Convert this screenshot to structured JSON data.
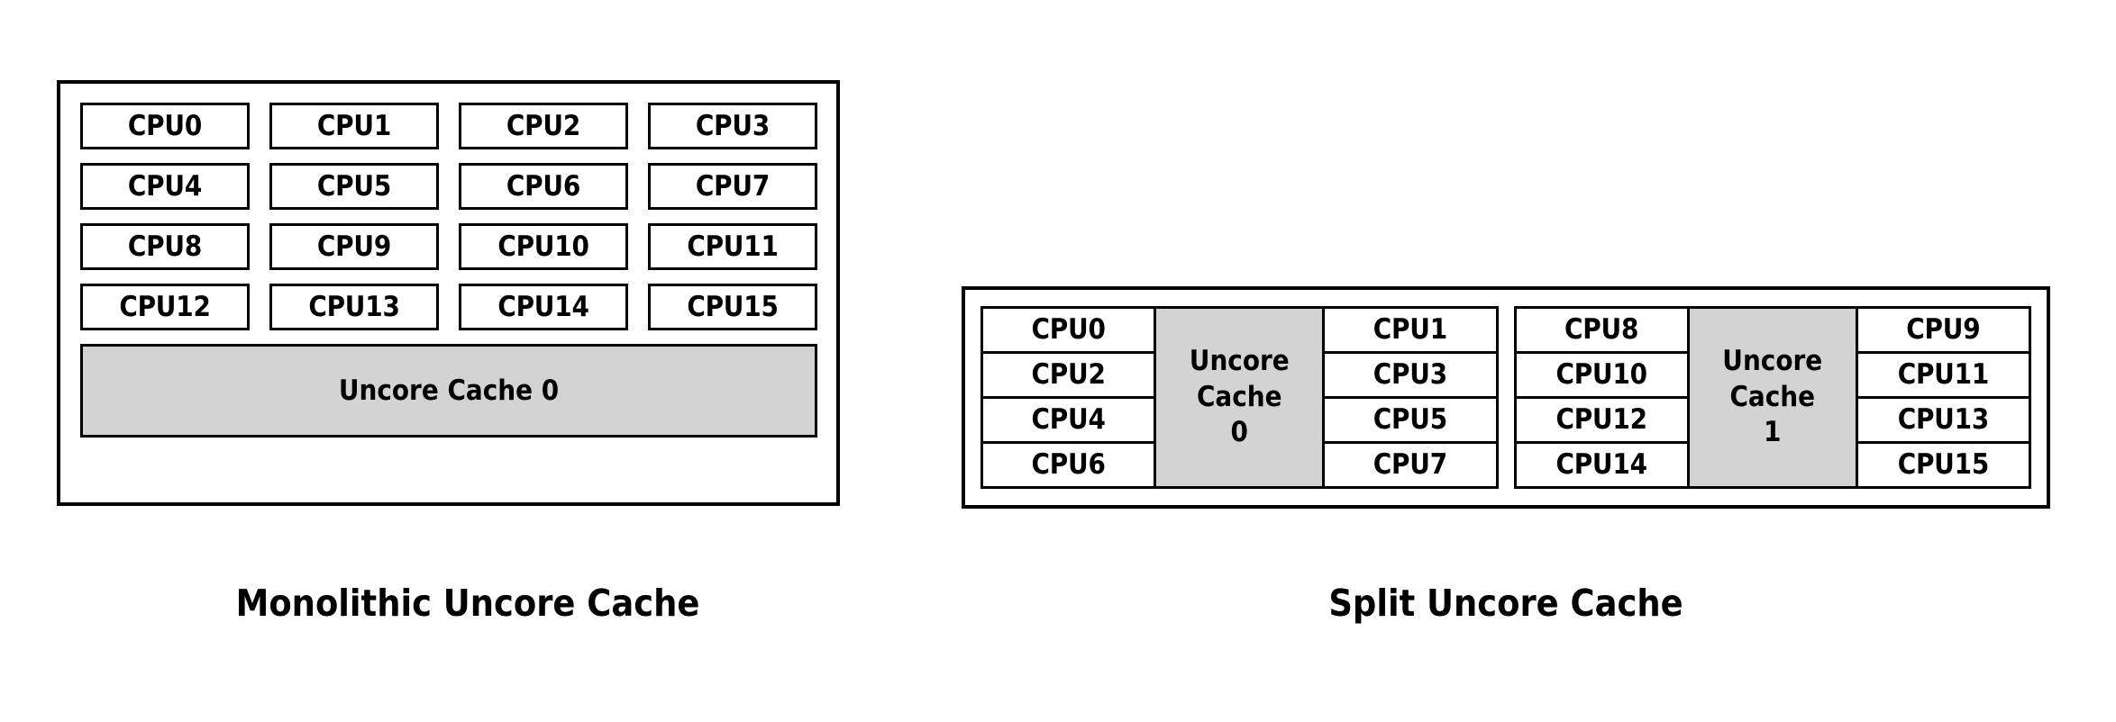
{
  "figure": {
    "background_color": "#ffffff",
    "cache_fill_color": "#d3d3d3",
    "cpu_fill_color": "#ffffff",
    "border_color": "#000000"
  },
  "monolithic": {
    "caption": "Monolithic Uncore Cache",
    "cpu_rows": [
      [
        "CPU0",
        "CPU1",
        "CPU2",
        "CPU3"
      ],
      [
        "CPU4",
        "CPU5",
        "CPU6",
        "CPU7"
      ],
      [
        "CPU8",
        "CPU9",
        "CPU10",
        "CPU11"
      ],
      [
        "CPU12",
        "CPU13",
        "CPU14",
        "CPU15"
      ]
    ],
    "cache_label": "Uncore Cache 0"
  },
  "split": {
    "caption": "Split Uncore Cache",
    "clusters": [
      {
        "left_column": [
          "CPU0",
          "CPU2",
          "CPU4",
          "CPU6"
        ],
        "cache_line1": "Uncore",
        "cache_line2": "Cache",
        "cache_line3": "0",
        "right_column": [
          "CPU1",
          "CPU3",
          "CPU5",
          "CPU7"
        ]
      },
      {
        "left_column": [
          "CPU8",
          "CPU10",
          "CPU12",
          "CPU14"
        ],
        "cache_line1": "Uncore",
        "cache_line2": "Cache",
        "cache_line3": "1",
        "right_column": [
          "CPU9",
          "CPU11",
          "CPU13",
          "CPU15"
        ]
      }
    ]
  }
}
